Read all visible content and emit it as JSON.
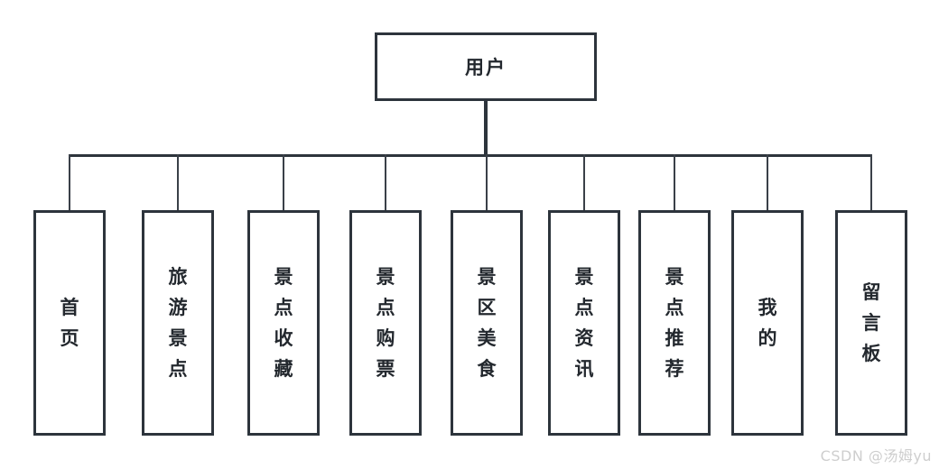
{
  "diagram": {
    "root": {
      "label": "用户"
    },
    "children": [
      {
        "id": "home",
        "label": "首页"
      },
      {
        "id": "attractions",
        "label": "旅游景点"
      },
      {
        "id": "favorites",
        "label": "景点收藏"
      },
      {
        "id": "tickets",
        "label": "景点购票"
      },
      {
        "id": "food",
        "label": "景区美食"
      },
      {
        "id": "news",
        "label": "景点资讯"
      },
      {
        "id": "recommend",
        "label": "景点推荐"
      },
      {
        "id": "mine",
        "label": "我的"
      },
      {
        "id": "message-board",
        "label": "留言板"
      }
    ],
    "colors": {
      "line": "#2d343c",
      "box_background": "#ffffff",
      "text": "#23282e"
    }
  },
  "watermark": {
    "text": "CSDN @汤姆yu",
    "color": "#cecece"
  }
}
